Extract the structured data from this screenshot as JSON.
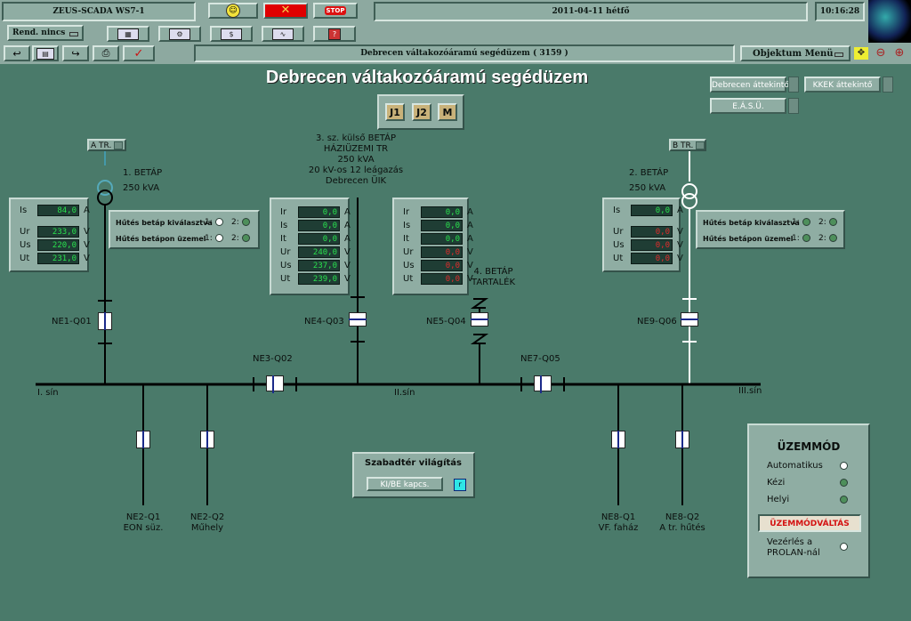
{
  "top": {
    "station": "ZEUS-SCADA WS7-1",
    "date": "2011-04-11  hétfő",
    "time": "10:16:28",
    "rend_label": "Rend. nincs",
    "page_title": "Debrecen váltakozóáramú segédüzem ( 3159 )",
    "obj_menu": "Objektum Menü"
  },
  "main": {
    "title": "Debrecen váltakozóáramú segédüzem",
    "btn_debrecen": "Debrecen áttekintő",
    "btn_kkek": "KKEK áttekintő",
    "btn_easu": "E.Á.S.Ü.",
    "sel_j1": "J1",
    "sel_j2": "J2",
    "sel_m": "M",
    "atr": "A TR.",
    "btr": "B TR."
  },
  "left": {
    "label1": "1. BETÁP",
    "label2": "250 kVA",
    "meas": [
      {
        "n": "Is",
        "v": "84,0",
        "u": "A"
      },
      {
        "n": "Ur",
        "v": "233,0",
        "u": "V"
      },
      {
        "n": "Us",
        "v": "220,0",
        "u": "V"
      },
      {
        "n": "Ut",
        "v": "231,0",
        "u": "V"
      }
    ],
    "cool1": "Hűtés betáp kiválasztva",
    "cool2": "Hűtés betápon üzemel",
    "o1": "1:",
    "o2": "2:"
  },
  "center": {
    "lines": [
      "3. sz. külső BETÁP",
      "HÁZIÜZEMI TR",
      "250 kVA",
      "20 kV-os 12 leágazás",
      "Debrecen ÜIK"
    ],
    "meas": [
      {
        "n": "Ir",
        "v": "0,0",
        "u": "A"
      },
      {
        "n": "Is",
        "v": "0,0",
        "u": "A"
      },
      {
        "n": "It",
        "v": "0,0",
        "u": "A"
      },
      {
        "n": "Ur",
        "v": "240,0",
        "u": "V"
      },
      {
        "n": "Us",
        "v": "237,0",
        "u": "V"
      },
      {
        "n": "Ut",
        "v": "239,0",
        "u": "V"
      }
    ]
  },
  "center2": {
    "meas": [
      {
        "n": "Ir",
        "v": "0,0",
        "u": "A",
        "red": false
      },
      {
        "n": "Is",
        "v": "0,0",
        "u": "A",
        "red": false
      },
      {
        "n": "It",
        "v": "0,0",
        "u": "A",
        "red": false
      },
      {
        "n": "Ur",
        "v": "0,0",
        "u": "V",
        "red": true
      },
      {
        "n": "Us",
        "v": "0,0",
        "u": "V",
        "red": true
      },
      {
        "n": "Ut",
        "v": "0,0",
        "u": "V",
        "red": true
      }
    ],
    "label1": "4. BETÁP",
    "label2": "TARTALÉK"
  },
  "right": {
    "label1": "2. BETÁP",
    "label2": "250 kVA",
    "meas": [
      {
        "n": "Is",
        "v": "0,0",
        "u": "A",
        "red": false
      },
      {
        "n": "Ur",
        "v": "0,0",
        "u": "V",
        "red": true
      },
      {
        "n": "Us",
        "v": "0,0",
        "u": "V",
        "red": true
      },
      {
        "n": "Ut",
        "v": "0,0",
        "u": "V",
        "red": true
      }
    ],
    "cool1": "Hűtés betáp kiválasztva",
    "cool2": "Hűtés betápon üzemel",
    "o1": "1:",
    "o2": "2:"
  },
  "switches": {
    "ne1": "NE1-Q01",
    "ne4": "NE4-Q03",
    "ne5": "NE5-Q04",
    "ne9": "NE9-Q06",
    "ne3": "NE3-Q02",
    "ne7": "NE7-Q05"
  },
  "bus": {
    "s1": "I. sín",
    "s2": "II.sín",
    "s3": "III.sín"
  },
  "feeders": {
    "ne2q1a": "NE2-Q1",
    "ne2q1b": "EON süz.",
    "ne2q2a": "NE2-Q2",
    "ne2q2b": "Műhely",
    "ne8q1a": "NE8-Q1",
    "ne8q1b": "VF. faház",
    "ne8q2a": "NE8-Q2",
    "ne8q2b": "A tr. hűtés"
  },
  "light": {
    "title": "Szabadtér világítás",
    "btn": "KI/BE kapcs.",
    "ind": "r"
  },
  "mode": {
    "title": "ÜZEMMÓD",
    "auto": "Automatikus",
    "kezi": "Kézi",
    "helyi": "Helyi",
    "change": "ÜZEMMÓDVÁLTÁS",
    "ctrl1": "Vezérlés a",
    "ctrl2": "PROLAN-nál"
  },
  "colors": {
    "bg": "#4a7a6a",
    "value_green": "#29e14d",
    "value_red": "#e12b2b",
    "alarm_red": "#e00000"
  }
}
